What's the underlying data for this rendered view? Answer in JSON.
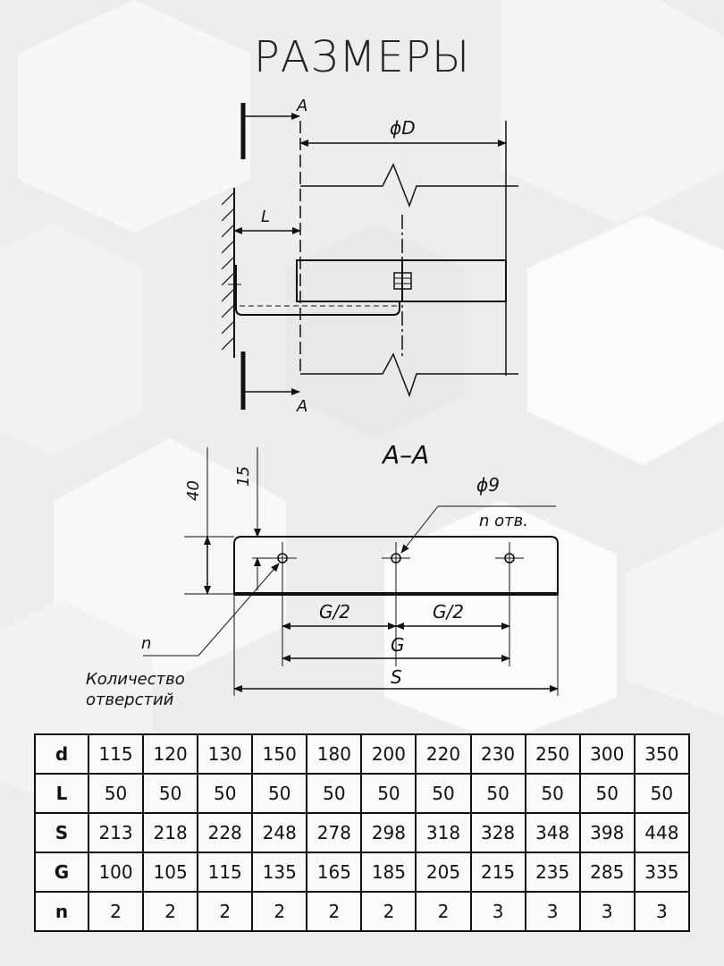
{
  "title": "РАЗМЕРЫ",
  "drawing": {
    "section_marker": "A",
    "section_title": "A–A",
    "dim_diameter": "ϕD",
    "dim_L": "L",
    "dim_40": "40",
    "dim_15": "15",
    "hole_diameter": "ϕ9",
    "holes_label": "n отв.",
    "dim_half_G": "G/2",
    "dim_G": "G",
    "dim_S": "S",
    "n_label": "n",
    "callout_line1": "Количество",
    "callout_line2": "отверстий"
  },
  "table": {
    "rows": [
      {
        "label": "d",
        "values": [
          "115",
          "120",
          "130",
          "150",
          "180",
          "200",
          "220",
          "230",
          "250",
          "300",
          "350"
        ]
      },
      {
        "label": "L",
        "values": [
          "50",
          "50",
          "50",
          "50",
          "50",
          "50",
          "50",
          "50",
          "50",
          "50",
          "50"
        ]
      },
      {
        "label": "S",
        "values": [
          "213",
          "218",
          "228",
          "248",
          "278",
          "298",
          "318",
          "328",
          "348",
          "398",
          "448"
        ]
      },
      {
        "label": "G",
        "values": [
          "100",
          "105",
          "115",
          "135",
          "165",
          "185",
          "205",
          "215",
          "235",
          "285",
          "335"
        ]
      },
      {
        "label": "n",
        "values": [
          "2",
          "2",
          "2",
          "2",
          "2",
          "2",
          "2",
          "3",
          "3",
          "3",
          "3"
        ]
      }
    ]
  }
}
